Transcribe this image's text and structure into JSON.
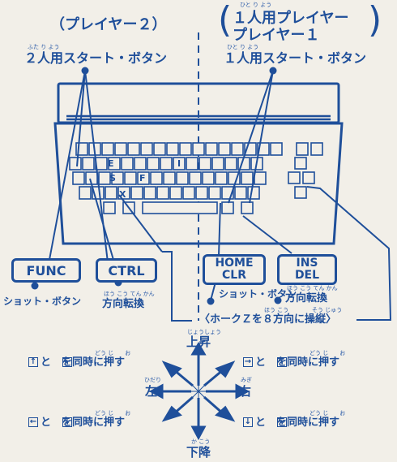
{
  "left_player": {
    "label": "（プレイヤー２）",
    "start_ruby": "ふた り よう",
    "start_label": "２人用スタート・ボタン"
  },
  "right_player": {
    "label_line1": "１人用プレイヤー",
    "label_line2": "プレイヤー１",
    "ruby_top": "ひと り よう",
    "start_ruby": "ひと り よう",
    "start_label": "１人用スタート・ボタン"
  },
  "keyboard": {
    "marked_keys": [
      "E",
      "I",
      "S",
      "F",
      "X"
    ]
  },
  "keys": {
    "func": "FUNC",
    "ctrl": "CTRL",
    "home_line1": "HOME",
    "home_line2": "CLR",
    "ins_line1": "INS",
    "ins_line2": "DEL"
  },
  "captions": {
    "left_shot": "ショット・ボタン",
    "left_direction": "方向転換",
    "left_direction_ruby": "ほう こう てん かん",
    "right_shot": "ショット・ボタン",
    "right_direction": "方向転換",
    "right_direction_ruby": "ほう こう てん かん",
    "hawk_control": "〈ホークＺを８方向に操縦〉",
    "hawk_ruby_1": "ほう こう",
    "hawk_ruby_2": "そう じゅう"
  },
  "directions": {
    "up": "上昇",
    "up_ruby": "じょうしょう",
    "down": "下降",
    "down_ruby": "か こう",
    "left": "左",
    "left_ruby": "ひだり",
    "right": "右",
    "right_ruby": "みぎ",
    "upper_left_combo": "と　を同時に押す",
    "upper_right_combo": "と　を同時に押す",
    "lower_left_combo": "と　を同時に押す",
    "lower_right_combo": "と　を同時に押す",
    "combo_ruby": "どう じ　　お",
    "arrow_up": "↑",
    "arrow_down": "↓",
    "arrow_left": "←",
    "arrow_right": "→"
  },
  "colors": {
    "ink": "#1f4f9a",
    "paper": "#f2efe8"
  }
}
